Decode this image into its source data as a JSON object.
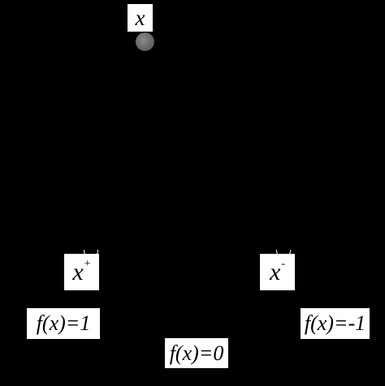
{
  "labels": {
    "input": {
      "base": "x"
    },
    "positive_sample": {
      "base": "x",
      "sup": "+"
    },
    "negative_sample": {
      "base": "x",
      "sup": "-"
    },
    "f_positive": "f(x)=1",
    "f_zero": "f(x)=0",
    "f_negative": "f(x)=-1"
  },
  "colors": {
    "background": "#000000",
    "label_box": "#ffffff",
    "point": "#6e6e6e"
  }
}
